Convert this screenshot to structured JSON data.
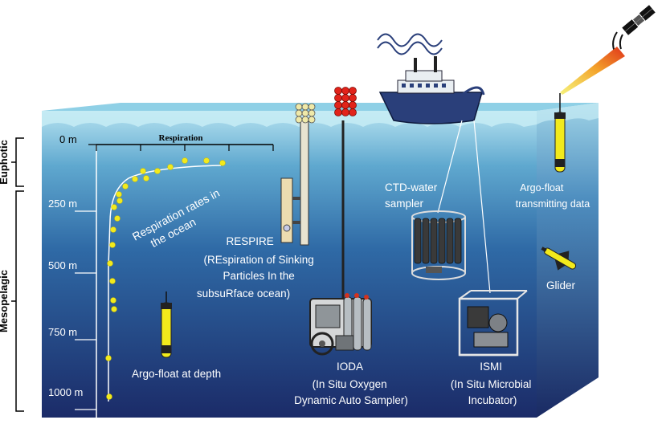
{
  "zones": {
    "euphotic": "Euphotic",
    "mesopelagic": "Mesopelagic"
  },
  "depth_labels": [
    "0 m",
    "250 m",
    "500 m",
    "750 m",
    "1000 m"
  ],
  "respiration_axis_label": "Respiration",
  "respiration_curve_label": [
    "Respiration rates in",
    "the ocean"
  ],
  "instruments": {
    "respire": [
      "RESPIRE",
      "(REspiration of Sinking",
      "Particles In the",
      "subsuRface ocean)"
    ],
    "ctd": [
      "CTD-water",
      "sampler"
    ],
    "argo_surface": [
      "Argo-float",
      "transmitting data"
    ],
    "glider": "Glider",
    "argo_depth": "Argo-float at depth",
    "ioda": [
      "IODA",
      "(In Situ Oxygen",
      "Dynamic Auto Sampler)"
    ],
    "ismi": [
      "ISMI",
      "(In Situ Microbial",
      "Incubator)"
    ]
  },
  "colors": {
    "water_top": "#a9dcec",
    "water_bottom": "#1d2f6e",
    "float_yellow": "#f2ea1c",
    "beam_red": "#e53a1a",
    "beam_yellow": "#f4e63a"
  }
}
